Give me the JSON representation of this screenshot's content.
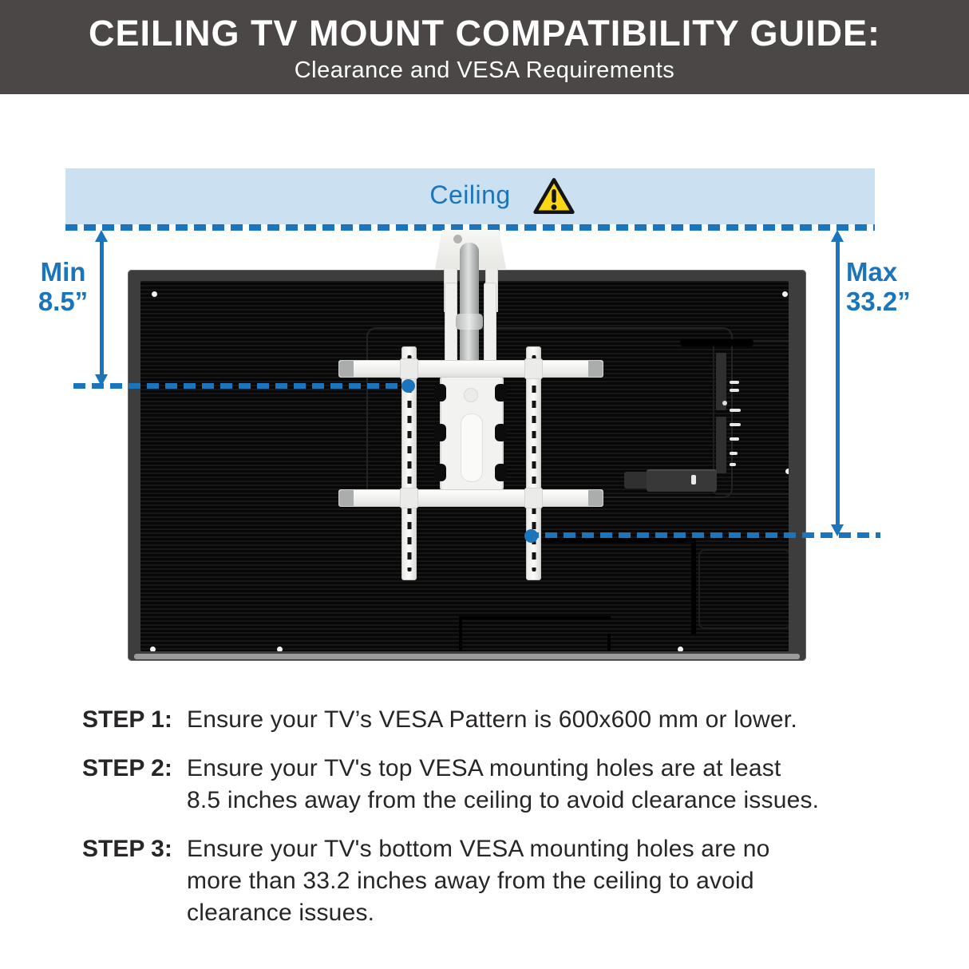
{
  "header": {
    "title": "CEILING TV MOUNT COMPATIBILITY GUIDE:",
    "subtitle": "Clearance and VESA Requirements"
  },
  "diagram": {
    "ceiling": {
      "label": "Ceiling"
    },
    "min": {
      "label": "Min",
      "value": "8.5”"
    },
    "max": {
      "label": "Max",
      "value": "33.2”"
    }
  },
  "steps": [
    {
      "label": "STEP 1:",
      "text": "Ensure your TV’s VESA Pattern is 600x600 mm or lower."
    },
    {
      "label": "STEP 2:",
      "text": "Ensure your TV's top VESA mounting holes are at least\n8.5 inches away from the ceiling to avoid clearance issues."
    },
    {
      "label": "STEP 3:",
      "text": "Ensure your TV's bottom VESA mounting holes are no\nmore than 33.2 inches away from the ceiling to avoid\nclearance issues."
    }
  ],
  "colors": {
    "accent": "#1b75bc",
    "ceiling_band": "#cbe0f0",
    "header_bg": "#4a4746",
    "warning_yellow": "#f9d616",
    "mount_white": "#f2f2f0",
    "tv_frame": "#3d3d3d",
    "text_dark": "#272525"
  }
}
